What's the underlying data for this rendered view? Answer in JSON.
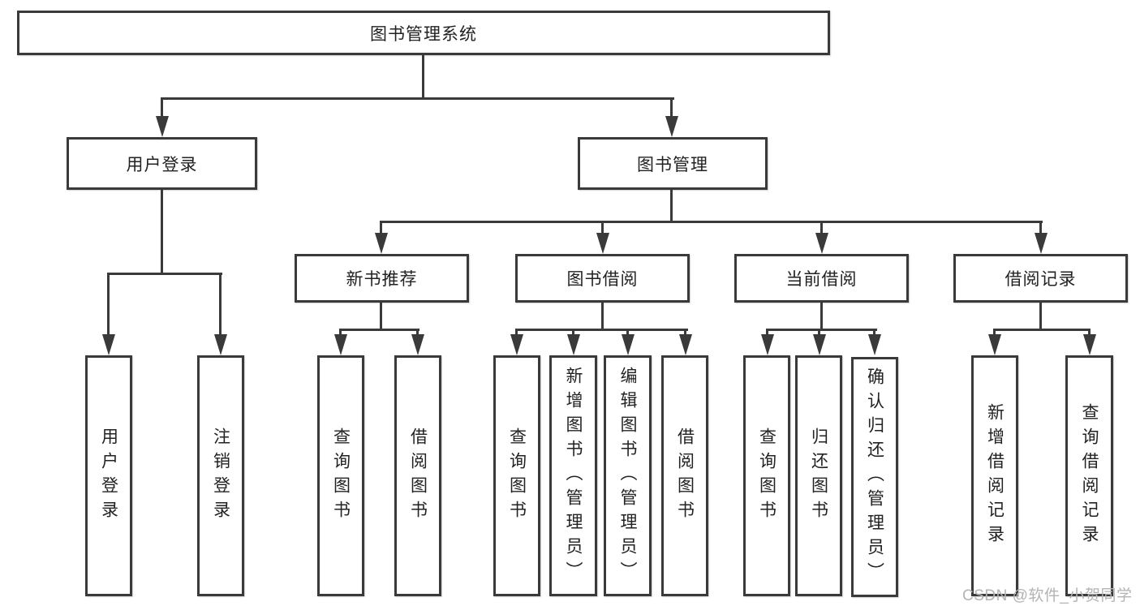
{
  "tree": {
    "root": "图书管理系统",
    "children": [
      {
        "label": "用户登录",
        "children": [
          {
            "label": "用户登录"
          },
          {
            "label": "注销登录"
          }
        ]
      },
      {
        "label": "图书管理",
        "children": [
          {
            "label": "新书推荐",
            "children": [
              {
                "label": "查询图书"
              },
              {
                "label": "借阅图书"
              }
            ]
          },
          {
            "label": "图书借阅",
            "children": [
              {
                "label": "查询图书"
              },
              {
                "label": "新增图书（管理员）"
              },
              {
                "label": "编辑图书（管理员）"
              },
              {
                "label": "借阅图书"
              }
            ]
          },
          {
            "label": "当前借阅",
            "children": [
              {
                "label": "查询图书"
              },
              {
                "label": "归还图书"
              },
              {
                "label": "确认归还（管理员）"
              }
            ]
          },
          {
            "label": "借阅记录",
            "children": [
              {
                "label": "新增借阅记录"
              },
              {
                "label": "查询借阅记录"
              }
            ]
          }
        ]
      }
    ]
  },
  "watermark": {
    "text": "CSDN @软件_小贺同学"
  },
  "colors": {
    "line": "#3a3a3a",
    "text": "#222222",
    "watermark": "#b3b3b3",
    "background": "#ffffff"
  }
}
